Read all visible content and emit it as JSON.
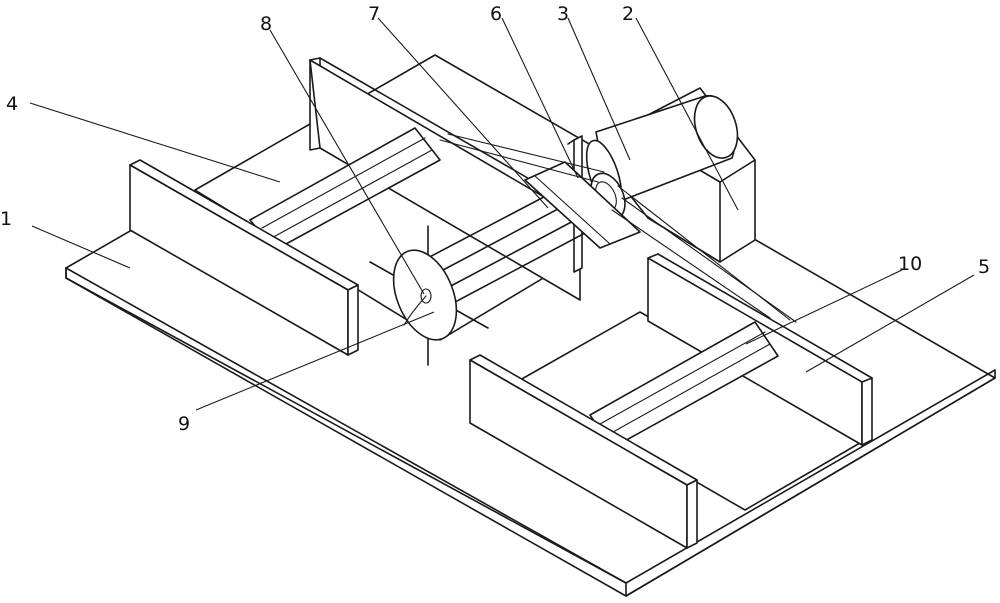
{
  "diagram": {
    "colors": {
      "line": "#1a1a1a",
      "background": "#ffffff"
    },
    "callouts": [
      {
        "id": "c1",
        "label": "1"
      },
      {
        "id": "c2",
        "label": "2"
      },
      {
        "id": "c3",
        "label": "3"
      },
      {
        "id": "c4",
        "label": "4"
      },
      {
        "id": "c5",
        "label": "5"
      },
      {
        "id": "c6",
        "label": "6"
      },
      {
        "id": "c7",
        "label": "7"
      },
      {
        "id": "c8",
        "label": "8"
      },
      {
        "id": "c9",
        "label": "9"
      },
      {
        "id": "c10",
        "label": "10"
      }
    ]
  }
}
